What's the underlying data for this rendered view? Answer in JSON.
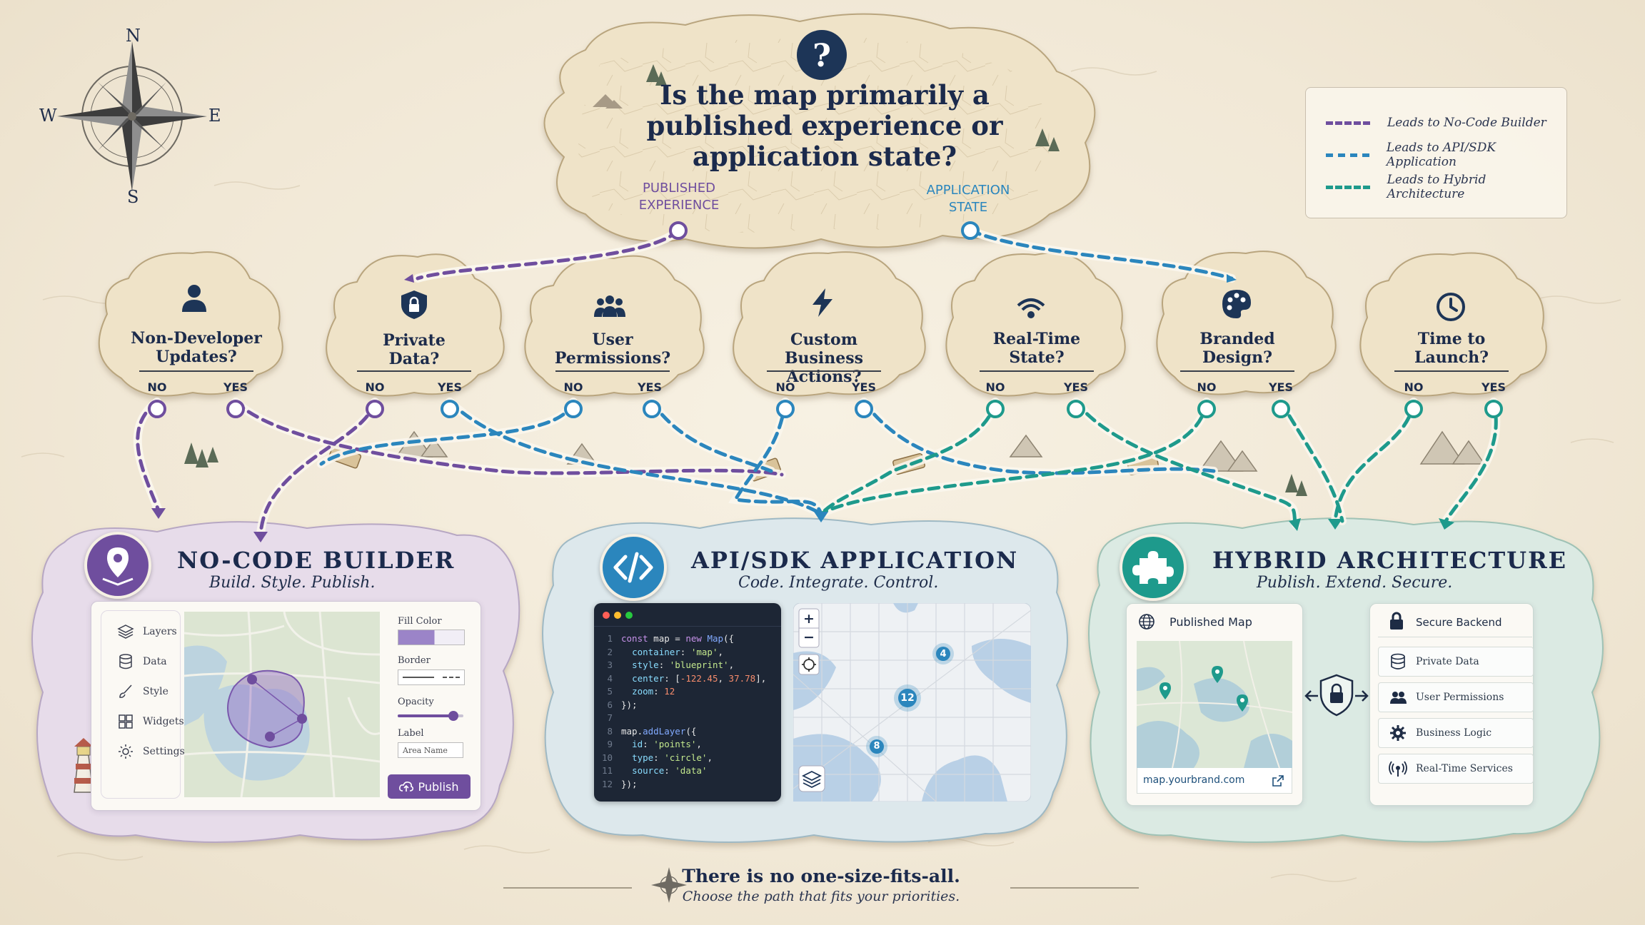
{
  "compass": {
    "n": "N",
    "e": "E",
    "s": "S",
    "w": "W"
  },
  "question": {
    "title_line1": "Is the map primarily a",
    "title_line2": "published experience or",
    "title_line3": "application state?",
    "left_branch_line1": "PUBLISHED",
    "left_branch_line2": "EXPERIENCE",
    "right_branch_line1": "APPLICATION",
    "right_branch_line2": "STATE"
  },
  "legend": {
    "items": [
      {
        "label": "Leads to No-Code Builder",
        "color": "#6f4e9e"
      },
      {
        "label": "Leads to API/SDK Application",
        "color": "#2b86bd"
      },
      {
        "label": "Leads to Hybrid Architecture",
        "color": "#1e9a8c"
      }
    ]
  },
  "criteria": [
    {
      "line1": "Non-Developer",
      "line2": "Updates?",
      "no": "NO",
      "yes": "YES",
      "icon": "person-icon"
    },
    {
      "line1": "Private",
      "line2": "Data?",
      "no": "NO",
      "yes": "YES",
      "icon": "shield-lock-icon"
    },
    {
      "line1": "User",
      "line2": "Permissions?",
      "no": "NO",
      "yes": "YES",
      "icon": "users-icon"
    },
    {
      "line1": "Custom Business",
      "line2": "Actions?",
      "no": "NO",
      "yes": "YES",
      "icon": "lightning-icon"
    },
    {
      "line1": "Real-Time",
      "line2": "State?",
      "no": "NO",
      "yes": "YES",
      "icon": "signal-icon"
    },
    {
      "line1": "Branded",
      "line2": "Design?",
      "no": "NO",
      "yes": "YES",
      "icon": "palette-icon"
    },
    {
      "line1": "Time to",
      "line2": "Launch?",
      "no": "NO",
      "yes": "YES",
      "icon": "clock-icon"
    }
  ],
  "colors": {
    "purple": "#6f4e9e",
    "blue": "#2b86bd",
    "teal": "#1e9a8c",
    "navy": "#1b2a4c"
  },
  "nocode": {
    "title": "NO-CODE BUILDER",
    "subtitle": "Build. Style. Publish.",
    "menu": [
      "Layers",
      "Data",
      "Style",
      "Widgets",
      "Settings"
    ],
    "fill_label": "Fill Color",
    "border_label": "Border",
    "opacity_label": "Opacity",
    "opacity_value": 0.85,
    "label_label": "Label",
    "label_value": "Area Name",
    "publish": "Publish"
  },
  "api": {
    "title": "API/SDK APPLICATION",
    "subtitle": "Code. Integrate. Control.",
    "code": [
      {
        "n": "1",
        "t": "const map = new Map({"
      },
      {
        "n": "2",
        "t": "  container: 'map',"
      },
      {
        "n": "3",
        "t": "  style: 'blueprint',"
      },
      {
        "n": "4",
        "t": "  center: [-122.45, 37.78],"
      },
      {
        "n": "5",
        "t": "  zoom: 12"
      },
      {
        "n": "6",
        "t": "});"
      },
      {
        "n": "7",
        "t": ""
      },
      {
        "n": "8",
        "t": "map.addLayer({"
      },
      {
        "n": "9",
        "t": "  id: 'points',"
      },
      {
        "n": "10",
        "t": "  type: 'circle',"
      },
      {
        "n": "11",
        "t": "  source: 'data'"
      },
      {
        "n": "12",
        "t": "});"
      }
    ],
    "zoom_in": "+",
    "zoom_out": "−",
    "clusters": [
      "4",
      "12",
      "8"
    ]
  },
  "hybrid": {
    "title": "HYBRID ARCHITECTURE",
    "subtitle": "Publish. Extend. Secure.",
    "published_map": "Published Map",
    "url": "map.yourbrand.com",
    "secure_backend": "Secure Backend",
    "services": [
      "Private Data",
      "User Permissions",
      "Business Logic",
      "Real-Time Services"
    ]
  },
  "footer": {
    "title": "There is no one-size-fits-all.",
    "subtitle": "Choose the path that fits your priorities."
  }
}
